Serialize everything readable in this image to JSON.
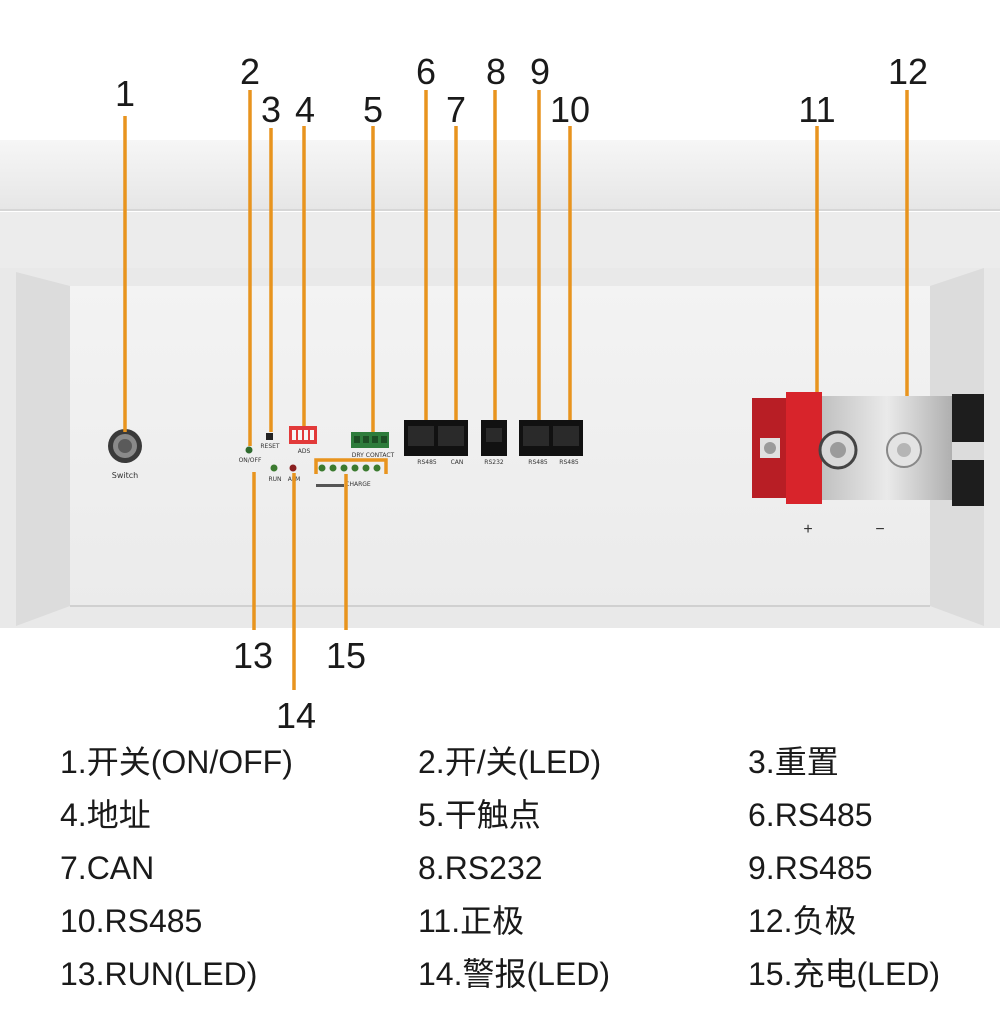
{
  "callouts": [
    "1",
    "2",
    "3",
    "4",
    "5",
    "6",
    "7",
    "8",
    "9",
    "10",
    "11",
    "12",
    "13",
    "14",
    "15"
  ],
  "panel_labels": {
    "switch": "Switch",
    "on_off": "ON/OFF",
    "reset": "RESET",
    "adr": "ADS",
    "dry_contact": "DRY CONTACT",
    "rs485_a": "RS485",
    "can": "CAN",
    "rs232": "RS232",
    "rs485_b": "RS485",
    "rs485_c": "RS485",
    "run": "RUN",
    "alm": "ALM",
    "charge": "CHARGE",
    "plus": "+",
    "minus": "−"
  },
  "legend": [
    "1.开关(ON/OFF)",
    "2.开/关(LED)",
    "3.重置",
    "4.地址",
    "5.干触点",
    "6.RS485",
    "7.CAN",
    "8.RS232",
    "9.RS485",
    "10.RS485",
    "11.正极",
    "12.负极",
    "13.RUN(LED)",
    "14.警报(LED)",
    "15.充电(LED)"
  ],
  "colors": {
    "leader": "#e8941e",
    "terminal_red": "#d8242b",
    "panel": "#efefef"
  }
}
